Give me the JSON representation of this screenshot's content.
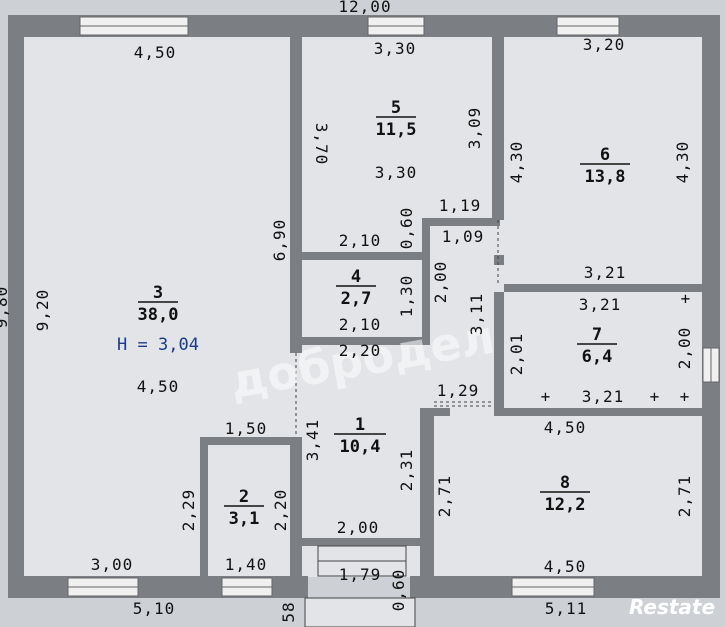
{
  "plan": {
    "outer": {
      "top_width": "12,00",
      "left_height": "9,80"
    },
    "rooms": [
      {
        "id": "room-3",
        "number": "3",
        "area": "38,0",
        "height_label": "H = 3,04",
        "dims": {
          "top": "4,50",
          "side": "9,20",
          "mid": "4,50"
        }
      },
      {
        "id": "room-5",
        "number": "5",
        "area": "11,5",
        "dims": {
          "top": "3,30",
          "left": "3,70",
          "right": "3,09",
          "bottom": "3,30"
        }
      },
      {
        "id": "room-6",
        "number": "6",
        "area": "13,8",
        "dims": {
          "top": "3,20",
          "left": "4,30",
          "right": "4,30",
          "bottom": "3,21"
        }
      },
      {
        "id": "room-4",
        "number": "4",
        "area": "2,7",
        "dims": {
          "top": "2,10",
          "bottom": "2,10",
          "right": "1,30"
        }
      },
      {
        "id": "room-7",
        "number": "7",
        "area": "6,4",
        "dims": {
          "top": "3,21",
          "left": "2,01",
          "right": "2,00",
          "bottom": "3,21"
        }
      },
      {
        "id": "room-1",
        "number": "1",
        "area": "10,4",
        "dims": {
          "top": "2,20",
          "left": "3,41",
          "right": "2,31",
          "bottom": "2,00",
          "stair": "1,29"
        }
      },
      {
        "id": "room-2",
        "number": "2",
        "area": "3,1",
        "dims": {
          "top": "1,50",
          "left": "2,29",
          "right": "2,20",
          "bottom": "1,40"
        }
      },
      {
        "id": "room-8",
        "number": "8",
        "area": "12,2",
        "dims": {
          "top": "4,50",
          "left": "2,71",
          "right": "2,71",
          "bottom": "4,50"
        }
      }
    ],
    "extra_dims": {
      "d_690": "6,90",
      "d_060": "0,60",
      "d_119": "1,19",
      "d_109": "1,09",
      "d_200a": "2,00",
      "d_311": "3,11",
      "d_300": "3,00",
      "d_510": "5,10",
      "d_511": "5,11",
      "d_179": "1,79",
      "d_060b": "0,60",
      "d_58": "58",
      "plus": "+"
    },
    "watermark": "добродел",
    "brand": "Restate"
  }
}
